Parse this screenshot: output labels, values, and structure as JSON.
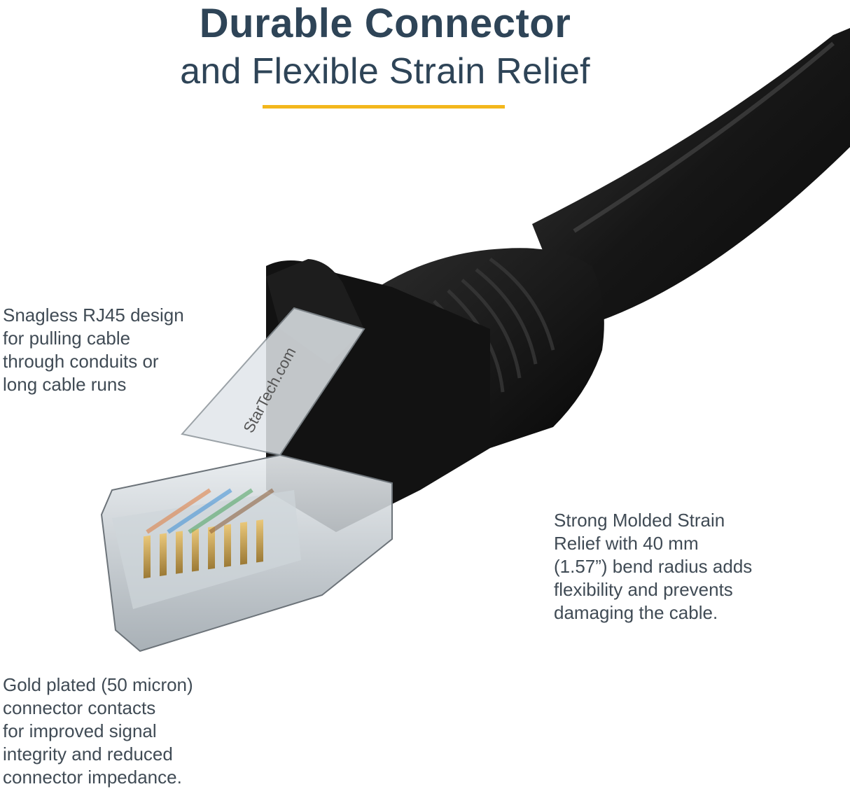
{
  "header": {
    "title": "Durable Connector",
    "subtitle": "and Flexible Strain Relief"
  },
  "accent_color": "#f3b71c",
  "title_color": "#2e4457",
  "cable_color": "#1b1b1b",
  "callouts": {
    "snagless": {
      "lines": [
        "Snagless RJ45 design",
        "for pulling cable",
        "through conduits or",
        "long cable runs"
      ]
    },
    "strain_relief": {
      "lines": [
        "Strong Molded Strain",
        "Relief with 40 mm",
        "(1.57”) bend radius adds",
        "flexibility and prevents",
        "damaging the cable."
      ]
    },
    "gold_contacts": {
      "lines": [
        "Gold plated (50 micron)",
        "connector contacts",
        "for improved signal",
        "integrity and reduced",
        "connector impedance."
      ]
    }
  },
  "connector_label": "StarTech.com"
}
